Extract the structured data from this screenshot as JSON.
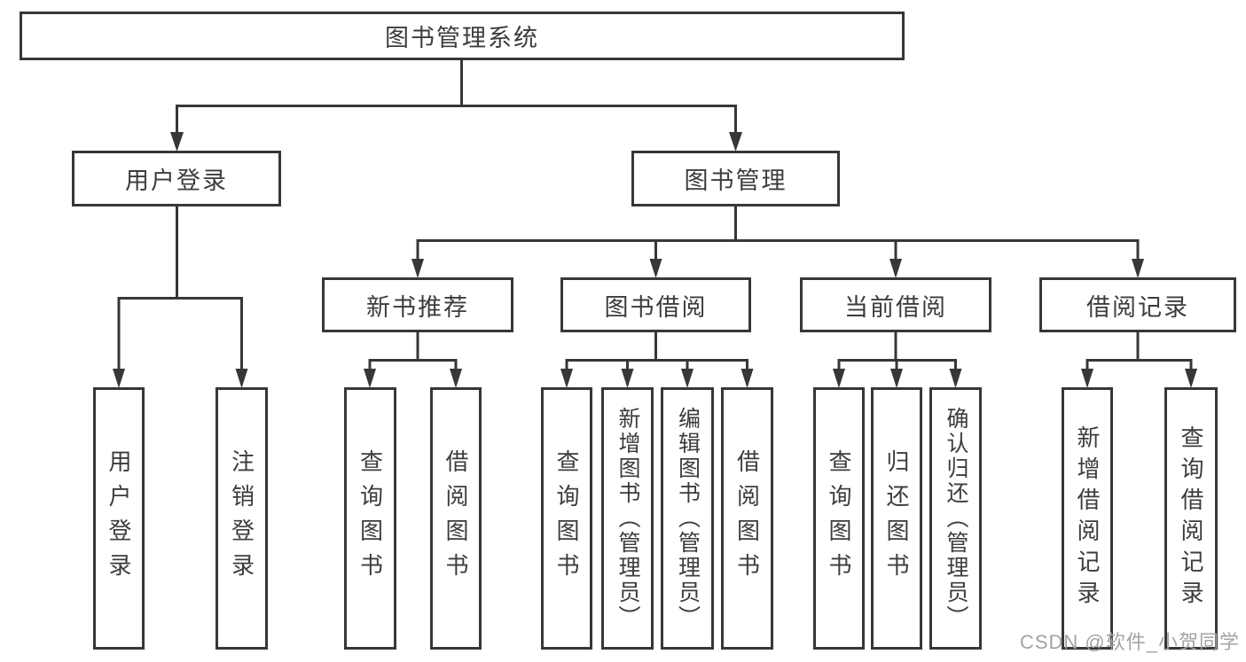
{
  "diagram": {
    "nodes": {
      "root": "图书管理系统",
      "user_login": "用户登录",
      "book_mgmt": "图书管理",
      "new_book_rec": "新书推荐",
      "book_borrow": "图书借阅",
      "current_borrow": "当前借阅",
      "borrow_records": "借阅记录",
      "user_login_leaf": "用户登录",
      "logout_leaf": "注销登录",
      "query_books_a": "查询图书",
      "borrow_books_a": "借阅图书",
      "query_books_b": "查询图书",
      "add_books_admin": "新增图书（管理员）",
      "edit_books_admin": "编辑图书（管理员）",
      "borrow_books_b": "借阅图书",
      "query_books_c": "查询图书",
      "return_books": "归还图书",
      "confirm_return_admin": "确认归还（管理员）",
      "add_borrow_record": "新增借阅记录",
      "query_borrow_record": "查询借阅记录"
    }
  },
  "watermark": "CSDN @软件_小贺同学",
  "colors": {
    "line": "#373737",
    "text": "#3c3c3c",
    "box_background": "#ffffff",
    "watermark": "#a3a3a3",
    "page_background": "#ffffff"
  }
}
